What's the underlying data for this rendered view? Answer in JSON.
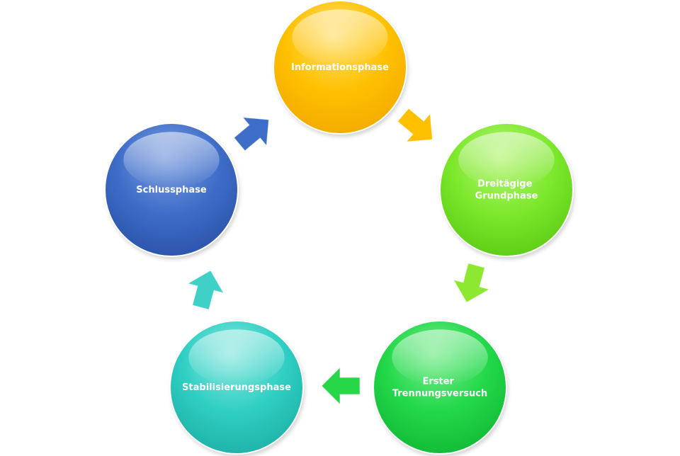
{
  "diagram": {
    "phases": [
      {
        "label_lines": [
          "Informationsphase"
        ],
        "color": "#FFC000",
        "color_light": "#FFE27A",
        "color_dark": "#F2A900"
      },
      {
        "label_lines": [
          "Dreitägige",
          "Grundphase"
        ],
        "color": "#7CE82C",
        "color_light": "#B8F47A",
        "color_dark": "#5BCB14"
      },
      {
        "label_lines": [
          "Erster",
          "Trennungsversuch"
        ],
        "color": "#22D84A",
        "color_light": "#7AEC8E",
        "color_dark": "#12B834"
      },
      {
        "label_lines": [
          "Stabilisierungsphase"
        ],
        "color": "#2FCFC3",
        "color_light": "#8FE8E0",
        "color_dark": "#1EAFA6"
      },
      {
        "label_lines": [
          "Schlussphase"
        ],
        "color": "#3E6DC8",
        "color_light": "#7E9FE0",
        "color_dark": "#2A52A8"
      }
    ],
    "arrows": [
      {
        "color": "#FFC000"
      },
      {
        "color": "#8CE830"
      },
      {
        "color": "#26D848"
      },
      {
        "color": "#3FD0C8"
      },
      {
        "color": "#3E6DC8"
      }
    ]
  }
}
